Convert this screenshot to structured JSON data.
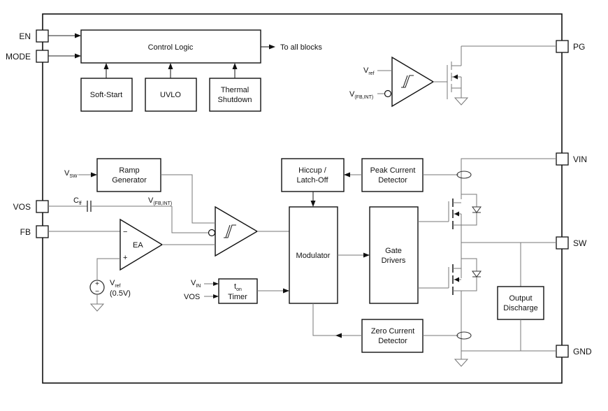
{
  "pins": {
    "en": "EN",
    "mode": "MODE",
    "vos": "VOS",
    "fb": "FB",
    "pg": "PG",
    "vin": "VIN",
    "sw": "SW",
    "gnd": "GND"
  },
  "blocks": {
    "control_logic": "Control Logic",
    "to_all_blocks": "To all blocks",
    "soft_start": "Soft-Start",
    "uvlo": "UVLO",
    "thermal_1": "Thermal",
    "thermal_2": "Shutdown",
    "ramp_1": "Ramp",
    "ramp_2": "Generator",
    "hiccup_1": "Hiccup /",
    "hiccup_2": "Latch-Off",
    "peak_1": "Peak Current",
    "peak_2": "Detector",
    "modulator": "Modulator",
    "gate_1": "Gate",
    "gate_2": "Drivers",
    "ea": "EA",
    "ton_sub": "on",
    "ton_main": "t",
    "timer": "Timer",
    "output_1": "Output",
    "output_2": "Discharge",
    "zero_1": "Zero Current",
    "zero_2": "Detector"
  },
  "labels": {
    "vref_main": "V",
    "vref_sub": "ref",
    "vfbint_main": "V",
    "vfbint_sub": "(FB,INT)",
    "vsw_main": "V",
    "vsw_sub": "SW",
    "cff_main": "C",
    "cff_sub": "ff",
    "vfbint2_main": "V",
    "vfbint2_sub": "(FB,INT)",
    "vin_main": "V",
    "vin_sub": "IN",
    "vos_in": "VOS",
    "ea_minus": "−",
    "ea_plus": "+",
    "vref2_main": "V",
    "vref2_sub": "ref",
    "vref2_value": "(0.5V)",
    "src_plus": "+",
    "src_minus": "−"
  }
}
